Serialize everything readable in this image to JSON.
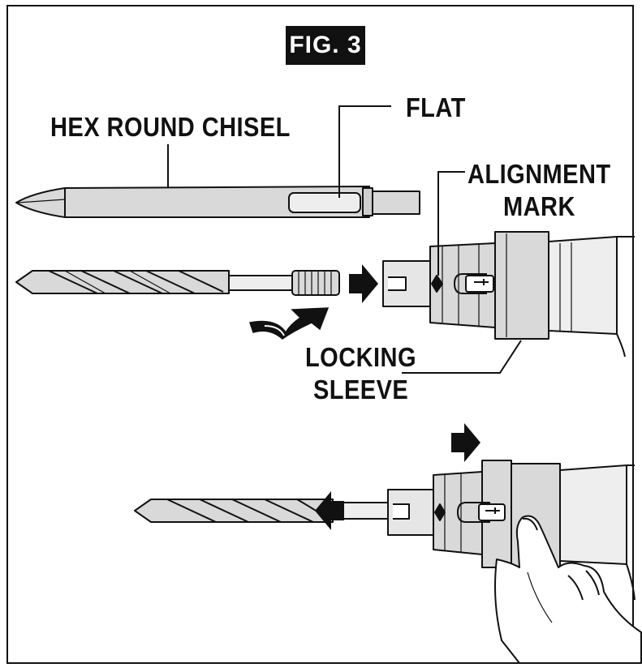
{
  "figure": {
    "title": "FIG. 3"
  },
  "labels": {
    "chisel": "HEX ROUND CHISEL",
    "flat": "FLAT",
    "alignment_line1": "ALIGNMENT",
    "alignment_line2": "MARK",
    "locking_line1": "LOCKING",
    "locking_line2": "SLEEVE"
  },
  "colors": {
    "ink": "#111111",
    "part_fill": "#d9d9d9",
    "part_light": "#eeeeee",
    "background": "#ffffff"
  }
}
